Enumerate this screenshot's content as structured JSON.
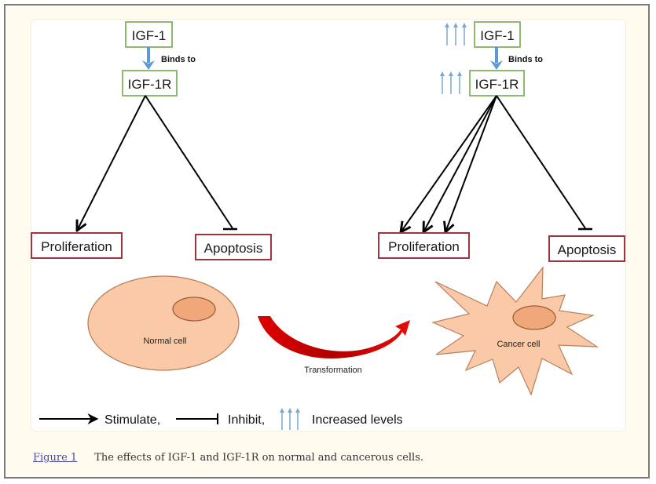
{
  "figure": {
    "normal_side": {
      "ligand": "IGF-1",
      "receptor": "IGF-1R",
      "binding_label": "Binds to",
      "outcome_stimulated": "Proliferation",
      "outcome_inhibited": "Apoptosis",
      "cell_label": "Normal cell",
      "stimulate_arrow_count": 1
    },
    "cancer_side": {
      "ligand": "IGF-1",
      "receptor": "IGF-1R",
      "binding_label": "Binds to",
      "outcome_stimulated": "Proliferation",
      "outcome_inhibited": "Apoptosis",
      "cell_label": "Cancer cell",
      "stimulate_arrow_count": 3,
      "ligand_level": "increased",
      "receptor_level": "increased"
    },
    "transition_label": "Transformation",
    "legend": {
      "stimulate": "Stimulate,",
      "inhibit": "Inhibit,",
      "increased": "Increased levels"
    },
    "colors": {
      "signal_box_border": "#8dba6e",
      "outcome_box_border": "#a0333b",
      "binding_arrow": "#5b9bd5",
      "increase_arrow": "#7aa7d0",
      "cell_fill": "#f9c9a8",
      "cell_stroke": "#b9805a",
      "nucleus_fill": "#f0a87a",
      "transform_arrow": "#d40a0a"
    }
  },
  "caption": {
    "figure_ref": "Figure 1",
    "text": "The effects of IGF-1 and IGF-1R on normal and cancerous cells."
  }
}
